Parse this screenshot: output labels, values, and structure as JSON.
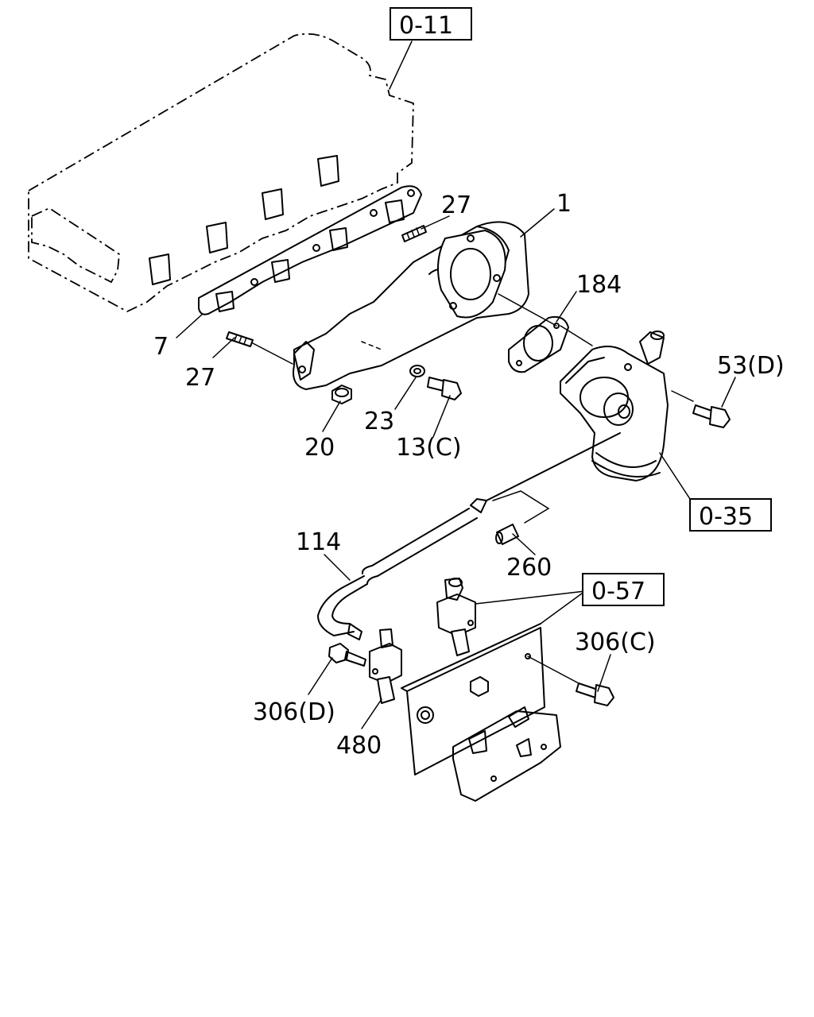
{
  "callouts": [
    {
      "id": "c1",
      "text": "1"
    },
    {
      "id": "c7",
      "text": "7"
    },
    {
      "id": "c27a",
      "text": "27"
    },
    {
      "id": "c27b",
      "text": "27"
    },
    {
      "id": "c184",
      "text": "184"
    },
    {
      "id": "c53d",
      "text": "53(D)"
    },
    {
      "id": "c23",
      "text": "23"
    },
    {
      "id": "c13c",
      "text": "13(C)"
    },
    {
      "id": "c20",
      "text": "20"
    },
    {
      "id": "c114",
      "text": "114"
    },
    {
      "id": "c260",
      "text": "260"
    },
    {
      "id": "c306c",
      "text": "306(C)"
    },
    {
      "id": "c306d",
      "text": "306(D)"
    },
    {
      "id": "c480",
      "text": "480"
    }
  ],
  "references": [
    {
      "id": "r011",
      "text": "0-11"
    },
    {
      "id": "r035",
      "text": "0-35"
    },
    {
      "id": "r057",
      "text": "0-57"
    }
  ]
}
